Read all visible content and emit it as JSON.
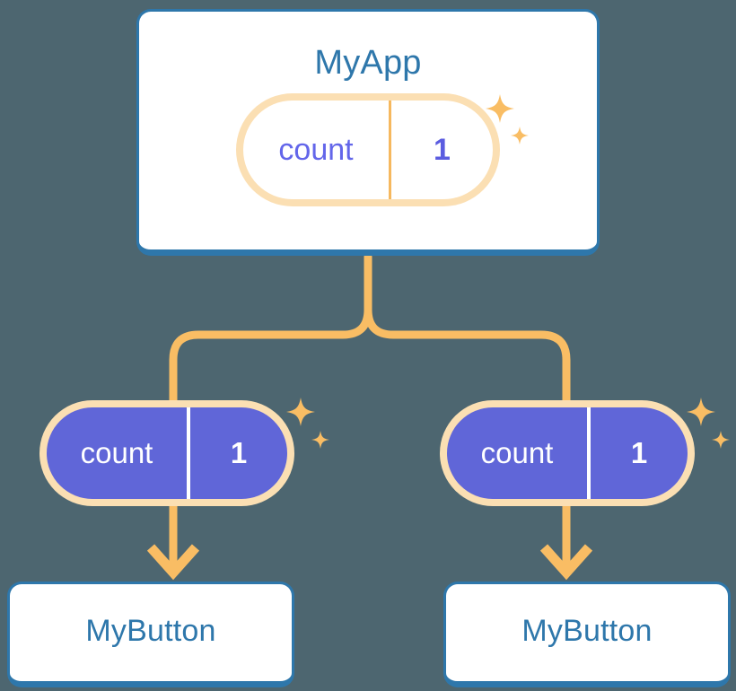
{
  "background_color": "#4d6670",
  "palette": {
    "card_border_blue": "#2e77ab",
    "title_blue": "#2e77ab",
    "pill_border_orange": "#f9bd64",
    "pill_glow_orange": "#fbdfb3",
    "pill_fill_purple": "#6066d8",
    "pill_text_indigo": "#6366ea",
    "connector_orange": "#f9bd64",
    "card_background": "#ffffff",
    "sparkle_orange": "#f9bd64"
  },
  "diagram": {
    "type": "component-state-propagation-tree",
    "root": {
      "name": "card-myapp",
      "title": "MyApp",
      "state_pill": {
        "key": "count",
        "value": "1",
        "style": "light"
      }
    },
    "children": [
      {
        "name": "card-mybutton-left",
        "title": "MyButton",
        "state_pill": {
          "key": "count",
          "value": "1",
          "style": "filled"
        }
      },
      {
        "name": "card-mybutton-right",
        "title": "MyButton",
        "state_pill": {
          "key": "count",
          "value": "1",
          "style": "filled"
        }
      }
    ],
    "icons": {
      "sparkle": "sparkle-icon",
      "arrow_down": "arrow-down-icon",
      "branch_connector": "branch-connector-icon"
    }
  }
}
